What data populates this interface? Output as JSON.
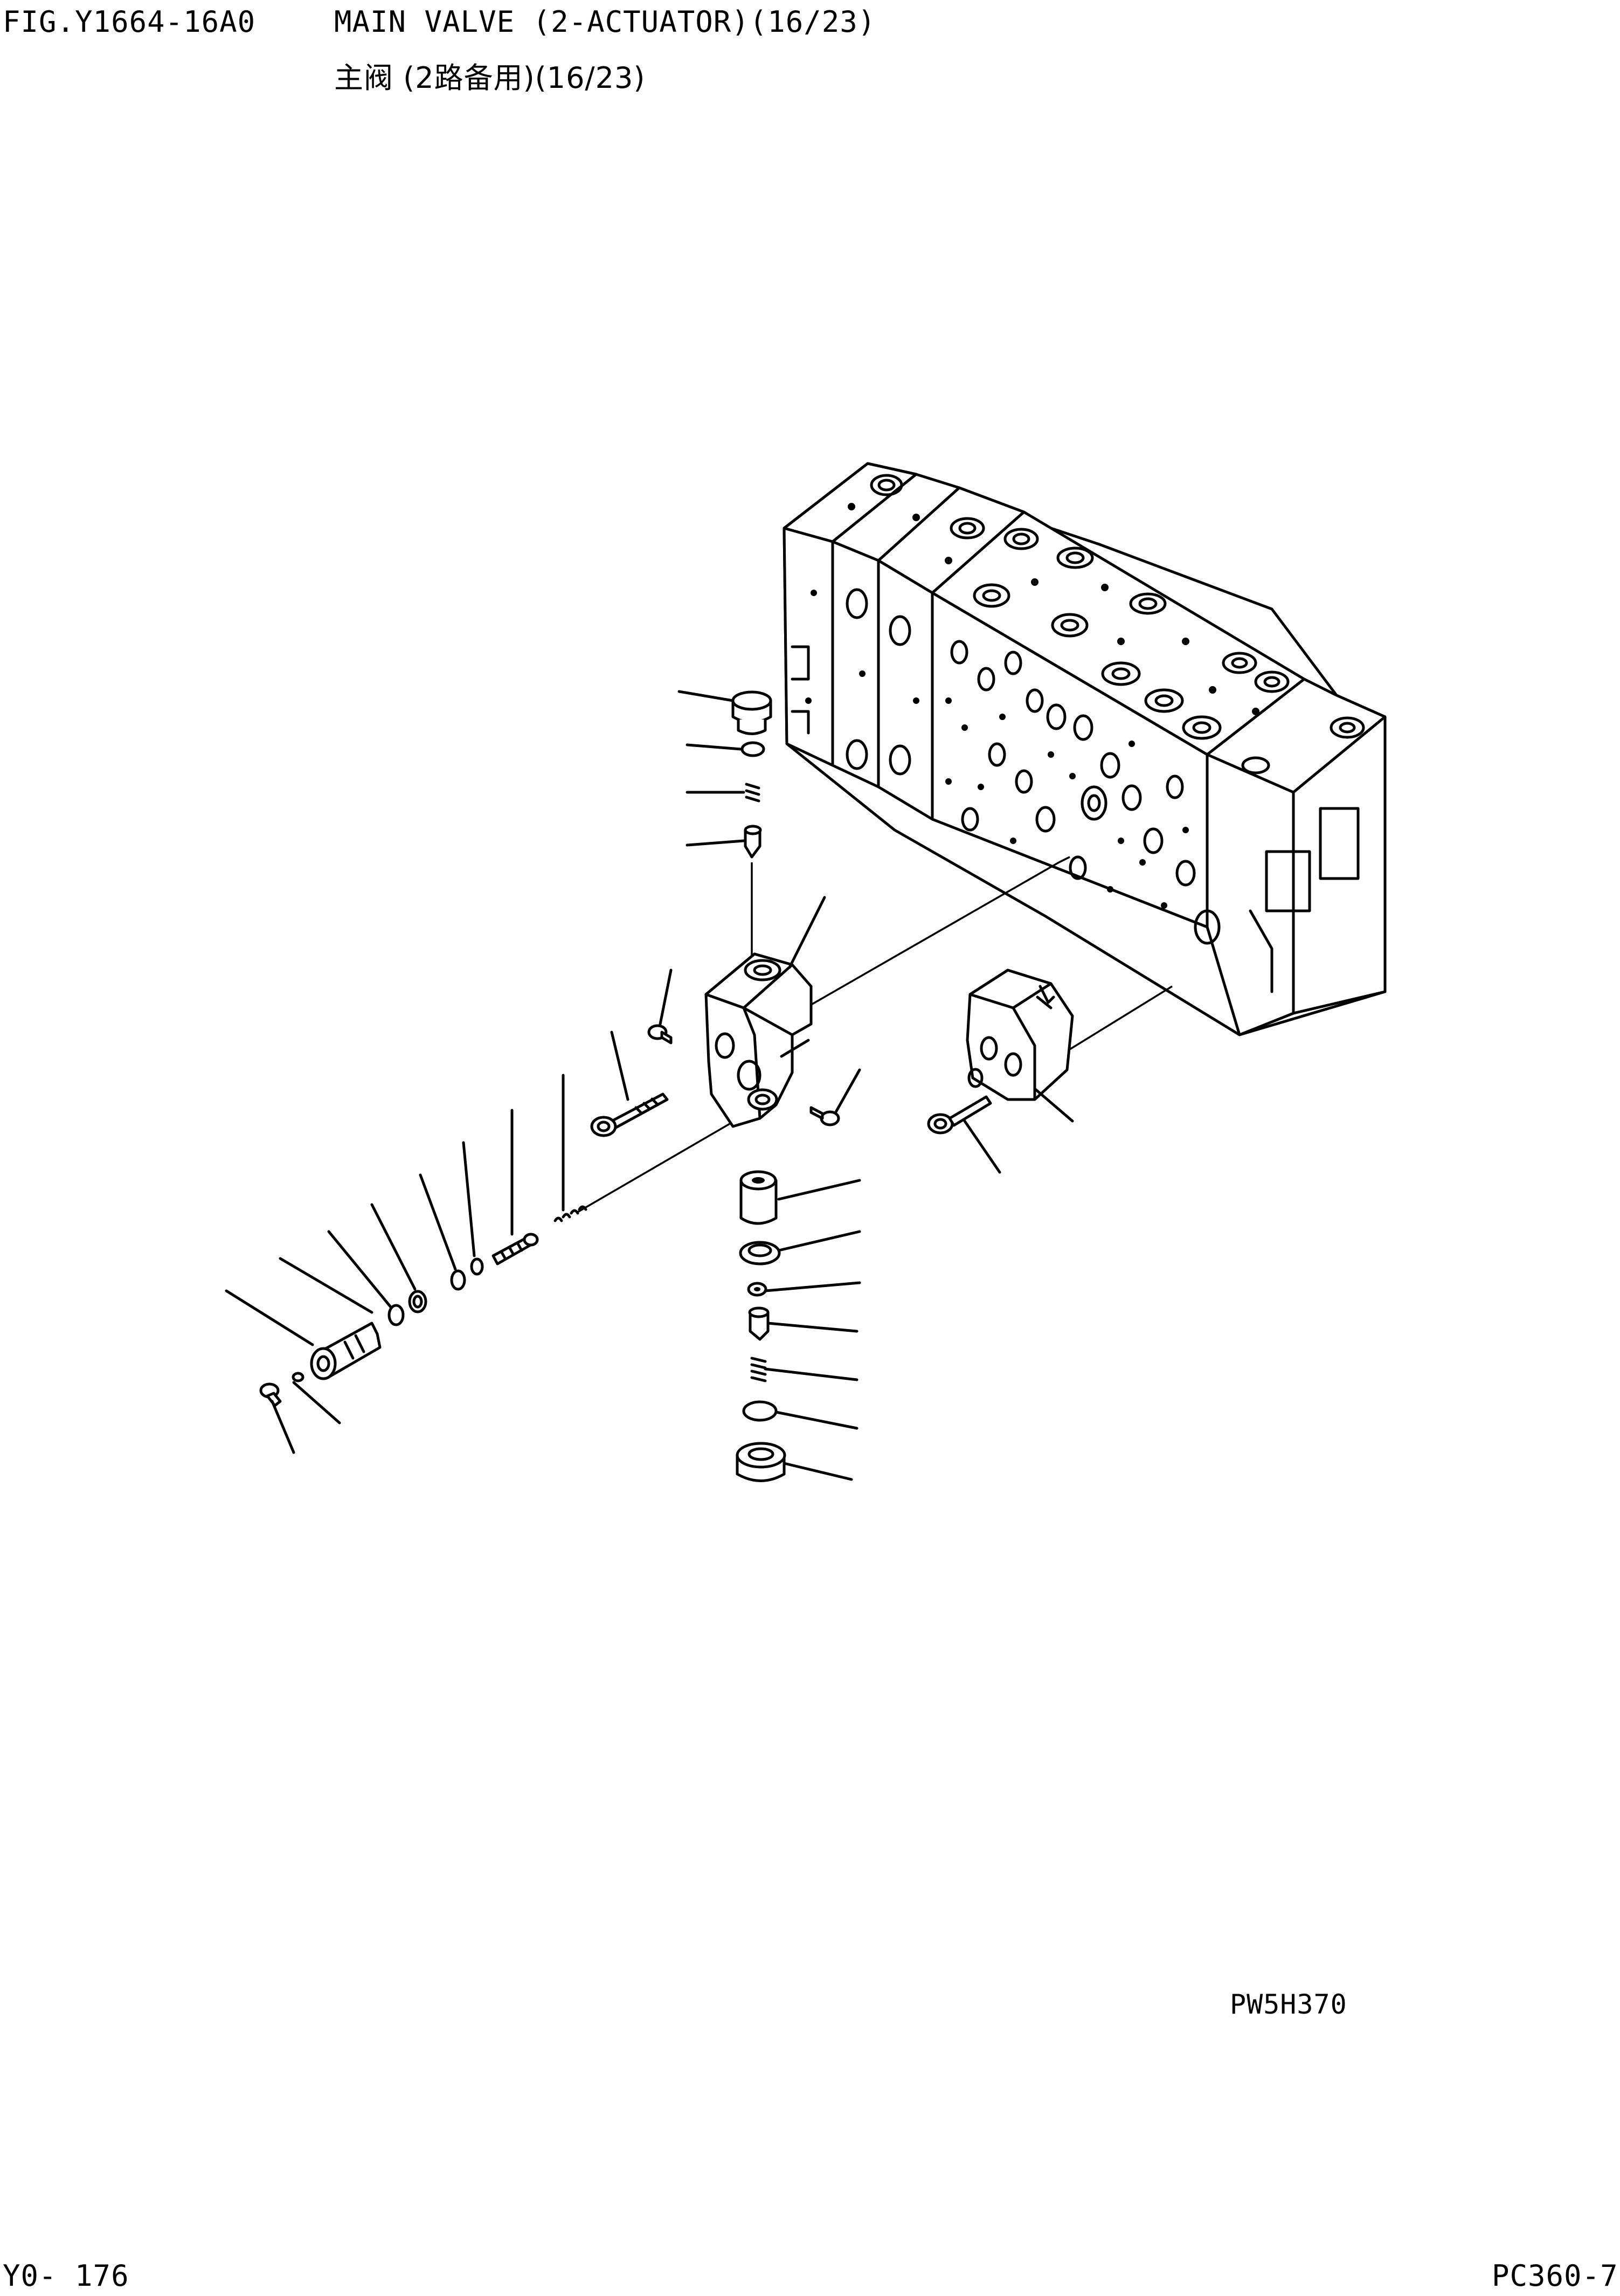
{
  "header": {
    "figure_id": "FIG.Y1664-16A0",
    "title_en": "MAIN VALVE (2-ACTUATOR)(16/23)",
    "title_cn": "主阀 (2路备用)(16/23)"
  },
  "drawing": {
    "drawing_number": "PW5H370"
  },
  "footer": {
    "page_number": "Y0- 176",
    "model": "PC360-7"
  }
}
